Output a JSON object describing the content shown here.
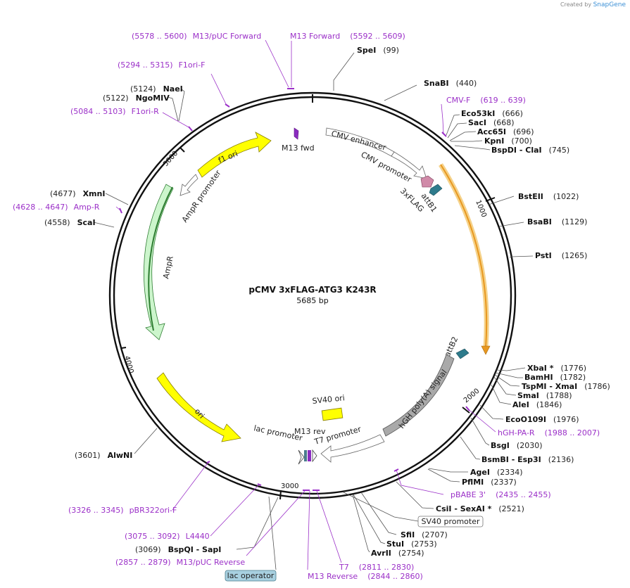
{
  "brand": {
    "created_by": "Created by",
    "product": "SnapGene"
  },
  "plasmid": {
    "name": "pCMV 3xFLAG-ATG3 K243R",
    "length": "5685 bp",
    "bp": 5685
  },
  "ticks": [
    "1000",
    "2000",
    "3000",
    "4000",
    "5000"
  ],
  "sites": [
    {
      "name": "SpeI",
      "pos": "(99)",
      "bp": 99
    },
    {
      "name": "SnaBI",
      "pos": "(440)",
      "bp": 440
    },
    {
      "name": "Eco53kI",
      "pos": "(666)",
      "bp": 666
    },
    {
      "name": "SacI",
      "pos": "(668)",
      "bp": 668
    },
    {
      "name": "Acc65I",
      "pos": "(696)",
      "bp": 696
    },
    {
      "name": "KpnI",
      "pos": "(700)",
      "bp": 700
    },
    {
      "name": "BspDI - ClaI",
      "pos": "(745)",
      "bp": 745
    },
    {
      "name": "BstEII",
      "pos": "(1022)",
      "bp": 1022
    },
    {
      "name": "BsaBI",
      "pos": "(1129)",
      "bp": 1129
    },
    {
      "name": "PstI",
      "pos": "(1265)",
      "bp": 1265
    },
    {
      "name": "XbaI *",
      "pos": "(1776)",
      "bp": 1776
    },
    {
      "name": "BamHI",
      "pos": "(1782)",
      "bp": 1782
    },
    {
      "name": "TspMI - XmaI",
      "pos": "(1786)",
      "bp": 1786
    },
    {
      "name": "SmaI",
      "pos": "(1788)",
      "bp": 1788
    },
    {
      "name": "AleI",
      "pos": "(1846)",
      "bp": 1846
    },
    {
      "name": "EcoO109I",
      "pos": "(1976)",
      "bp": 1976
    },
    {
      "name": "BsgI",
      "pos": "(2030)",
      "bp": 2030
    },
    {
      "name": "BsmBI - Esp3I",
      "pos": "(2136)",
      "bp": 2136
    },
    {
      "name": "AgeI",
      "pos": "(2334)",
      "bp": 2334
    },
    {
      "name": "PflMI",
      "pos": "(2337)",
      "bp": 2337
    },
    {
      "name": "CsiI - SexAI *",
      "pos": "(2521)",
      "bp": 2521
    },
    {
      "name": "SfiI",
      "pos": "(2707)",
      "bp": 2707
    },
    {
      "name": "StuI",
      "pos": "(2753)",
      "bp": 2753
    },
    {
      "name": "AvrII",
      "pos": "(2754)",
      "bp": 2754
    },
    {
      "name": "BspQI - SapI",
      "pos": "(3069)",
      "bp": 3069
    },
    {
      "name": "AlwNI",
      "pos": "(3601)",
      "bp": 3601
    },
    {
      "name": "ScaI",
      "pos": "(4558)",
      "bp": 4558
    },
    {
      "name": "XmnI",
      "pos": "(4677)",
      "bp": 4677
    },
    {
      "name": "NgoMIV",
      "pos": "(5122)",
      "bp": 5122
    },
    {
      "name": "NaeI",
      "pos": "(5124)",
      "bp": 5124
    }
  ],
  "primers": [
    {
      "name": "M13/pUC Forward",
      "pos": "(5578 .. 5600)"
    },
    {
      "name": "M13 Forward",
      "pos": "(5592 .. 5609)"
    },
    {
      "name": "F1ori-F",
      "pos": "(5294 .. 5315)"
    },
    {
      "name": "F1ori-R",
      "pos": "(5084 .. 5103)"
    },
    {
      "name": "CMV-F",
      "pos": "(619 .. 639)"
    },
    {
      "name": "Amp-R",
      "pos": "(4628 .. 4647)"
    },
    {
      "name": "hGH-PA-R",
      "pos": "(1988 .. 2007)"
    },
    {
      "name": "pBABE 3'",
      "pos": "(2435 .. 2455)"
    },
    {
      "name": "pBR322ori-F",
      "pos": "(3326 .. 3345)"
    },
    {
      "name": "L4440",
      "pos": "(3075 .. 3092)"
    },
    {
      "name": "M13/pUC Reverse",
      "pos": "(2857 .. 2879)"
    },
    {
      "name": "T7",
      "pos": "(2811 .. 2830)"
    },
    {
      "name": "M13 Reverse",
      "pos": "(2844 .. 2860)"
    }
  ],
  "features": {
    "f1_ori": "f1 ori",
    "ampr_promoter": "AmpR promoter",
    "ampr": "AmpR",
    "ori": "ori",
    "m13_fwd": "M13 fwd",
    "cmv_enhancer": "CMV enhancer",
    "cmv_promoter": "CMV promoter",
    "attb1": "attB1",
    "flag": "3xFLAG",
    "attb2": "attB2",
    "hgh": "hGH poly(A) signal",
    "sv40_ori": "SV40 ori",
    "m13_rev": "M13 rev",
    "lac_promoter": "lac promoter",
    "t7_promoter": "T7 promoter"
  },
  "boxes": {
    "sv40_promoter": "SV40 promoter",
    "lac_operator": "lac operator"
  },
  "colors": {
    "backbone": "#111111",
    "primer": "#9b30c8",
    "yellow": "#ffff00",
    "yellow_stroke": "#b0a000",
    "ampr": "#ccf5cc",
    "ampr_stroke": "#2e7d32",
    "orange": "#e89820",
    "gray_feature": "#a9a9a9",
    "att": "#2e7b8c",
    "flag": "#d08aa8",
    "lac_operator": "#a8d0e0"
  }
}
